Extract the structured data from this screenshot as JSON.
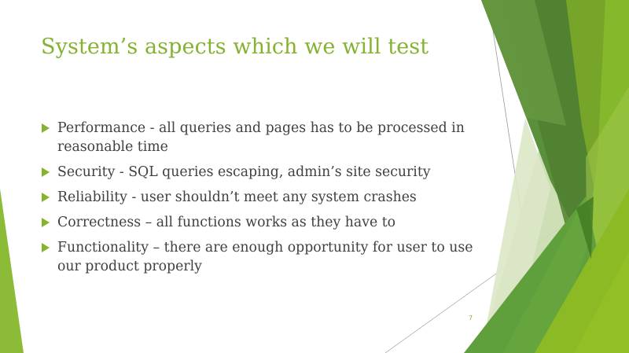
{
  "slide": {
    "title": "System’s aspects which we will test",
    "bullets": [
      {
        "text": "Performance - all queries and pages has to be processed in reasonable time"
      },
      {
        "text": "Security - SQL queries escaping, admin’s site security"
      },
      {
        "text": "Reliability - user shouldn’t meet any system crashes"
      },
      {
        "text": "Correctness – all functions works as they have to"
      },
      {
        "text": "Functionality – there are enough opportunity for user to use our product properly"
      }
    ],
    "slide_number": "7",
    "bullet_icon": "triangle-right-icon"
  },
  "colors": {
    "accent": "#84b231",
    "text": "#404040",
    "dark_green": "#548235",
    "mid_green": "#5f9a3b",
    "light_green": "#8cbd2b",
    "pale_green": "#c6d9a7"
  }
}
